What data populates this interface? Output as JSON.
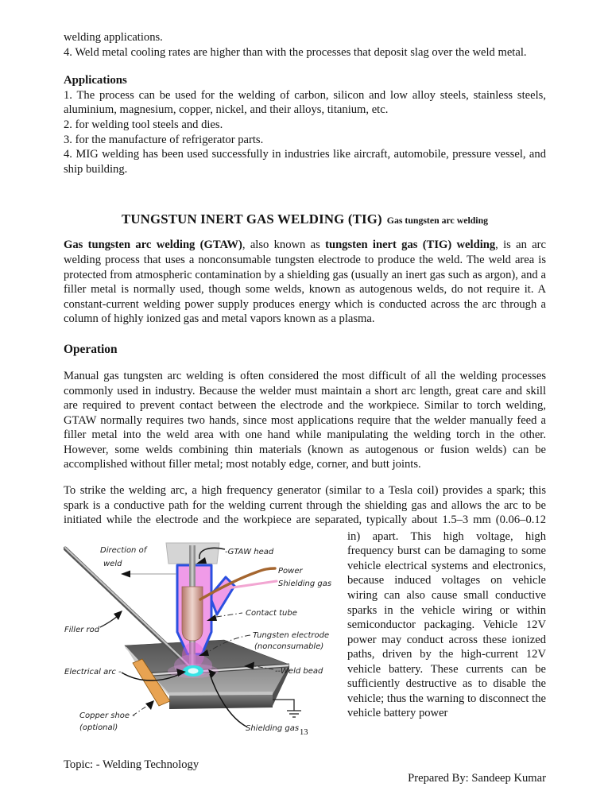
{
  "top_lines": [
    "welding applications.",
    "4. Weld metal cooling rates are higher than with the processes that deposit slag over the weld metal."
  ],
  "applications": {
    "heading": "Applications",
    "items": [
      "1. The process can be used for the welding of carbon, silicon and low alloy steels, stainless steels, aluminium, magnesium, copper, nickel, and their alloys, titanium, etc.",
      "2. for welding tool steels and dies.",
      "3. for the manufacture of refrigerator parts.",
      "4. MIG welding has been used successfully in industries like aircraft, automobile, pressure vessel, and ship building."
    ]
  },
  "title": {
    "main": "TUNGSTUN INERT GAS WELDING (TIG)",
    "subtitle": "Gas tungsten arc welding"
  },
  "intro": {
    "segments": [
      {
        "text": "Gas tungsten arc welding (GTAW)",
        "bold": true
      },
      {
        "text": ", also known as ",
        "bold": false
      },
      {
        "text": "tungsten inert gas (TIG) welding",
        "bold": true
      },
      {
        "text": ", is an arc welding process that uses a nonconsumable tungsten electrode to produce the weld. The weld area is protected from atmospheric contamination by a shielding gas (usually an inert gas such as argon), and a filler metal is normally used, though some welds, known as autogenous welds, do not require it. A constant-current welding power supply produces energy which is conducted across the arc through a column of highly ionized gas and metal vapors known as a plasma.",
        "bold": false
      }
    ]
  },
  "operation": {
    "heading": "Operation",
    "para1": "Manual gas tungsten arc welding is often considered the most difficult of all the welding processes commonly used in industry. Because the welder must maintain a short arc length, great care and skill are required to prevent contact between the electrode and the workpiece. Similar to torch welding, GTAW normally requires two hands, since most applications require that the welder manually feed a filler metal into the weld area with one hand while manipulating the welding torch in the other. However, some welds combining thin materials (known as autogenous or fusion welds) can be accomplished without filler metal; most notably edge, corner, and butt joints.",
    "para2_full": "To strike the welding arc, a high frequency generator (similar to a Tesla coil) provides a spark; this spark is a conductive path for the welding current through the shielding gas and allows the arc to be initiated while the electrode and the workpiece are separated, typically about 1.5–3 mm (0.06–0.12",
    "para2_column": "in) apart. This high voltage, high frequency burst can be damaging to some vehicle electrical systems and electronics, because induced voltages on vehicle wiring can also cause small conductive sparks in the vehicle wiring or within semiconductor packaging. Vehicle 12V power may conduct across these ionized paths, driven by the high-current 12V vehicle battery. These currents can be sufficiently destructive as to disable the vehicle; thus the warning to disconnect the vehicle battery power"
  },
  "figure": {
    "labels": {
      "direction_line1": "Direction of",
      "direction_line2": "weld",
      "gtaw_head": "-GTAW head",
      "power": "Power",
      "shielding_gas_top": "Shielding gas",
      "contact_tube": "Contact tube",
      "tungsten_electrode_line1": "Tungsten electrode",
      "tungsten_electrode_line2": "(nonconsumable)",
      "filler_rod": "Filler rod",
      "electrical_arc": "Electrical arc -",
      "weld_bead": "--Weld bead",
      "copper_shoe_line1": "Copper shoe -",
      "copper_shoe_line2": "(optional)",
      "shielding_gas_bottom": "Shielding gas",
      "page_number": "13"
    },
    "colors": {
      "torch_body": "#F09BE8",
      "torch_outline": "#2B50E0",
      "contact_tube_edge": "#B4766A",
      "head": "#D5D5D5",
      "power_wire": "#A5662F",
      "gas_wire": "#F2A6D2",
      "arc": "#2FE8E8",
      "copper_shoe": "#E8A352"
    }
  },
  "footer": {
    "topic": "Topic: - Welding Technology",
    "prepared_by": "Prepared By: Sandeep Kumar"
  }
}
